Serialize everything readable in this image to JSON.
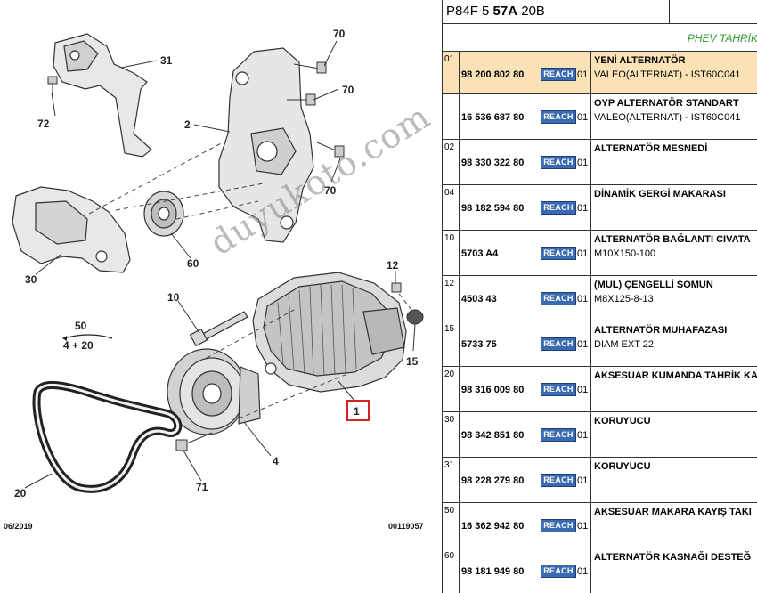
{
  "diagram": {
    "date_code": "06/2019",
    "ref_code": "00119057",
    "callouts": [
      "70",
      "31",
      "72",
      "2",
      "70",
      "70",
      "30",
      "60",
      "10",
      "12",
      "50",
      "4 + 20",
      "15",
      "1",
      "4",
      "71",
      "20"
    ],
    "watermark": "duyukoto.com"
  },
  "panel": {
    "header_prefix": "P84F 5",
    "header_bold": "57A",
    "header_suffix": "20B",
    "subheader": "PHEV TAHRİK",
    "reach_label": "REACH",
    "rows": [
      {
        "pos": "01",
        "ref": "98 200 802 80",
        "reach": true,
        "qty": "01",
        "name": "YENİ ALTERNATÖR",
        "desc": "VALEO(ALTERNAT) - IST60C041",
        "selected": true
      },
      {
        "pos": "",
        "ref": "16 536 687 80",
        "reach": true,
        "qty": "01",
        "name": "OYP ALTERNATÖR STANDART",
        "desc": "VALEO(ALTERNAT) - IST60C041",
        "selected": false
      },
      {
        "pos": "02",
        "ref": "98 330 322 80",
        "reach": true,
        "qty": "01",
        "name": "ALTERNATÖR MESNEDİ",
        "desc": "",
        "selected": false
      },
      {
        "pos": "04",
        "ref": "98 182 594 80",
        "reach": true,
        "qty": "01",
        "name": "DİNAMİK GERGİ MAKARASI",
        "desc": "",
        "selected": false
      },
      {
        "pos": "10",
        "ref": "5703 A4",
        "reach": true,
        "qty": "01",
        "name": "ALTERNATÖR BAĞLANTI CIVATA",
        "desc": "M10X150-100",
        "selected": false
      },
      {
        "pos": "12",
        "ref": "4503 43",
        "reach": true,
        "qty": "01",
        "name": "(MUL) ÇENGELLİ SOMUN",
        "desc": "M8X125-8-13",
        "selected": false
      },
      {
        "pos": "15",
        "ref": "5733 75",
        "reach": true,
        "qty": "01",
        "name": "ALTERNATÖR MUHAFAZASI",
        "desc": "DIAM EXT 22",
        "selected": false
      },
      {
        "pos": "20",
        "ref": "98 316 009 80",
        "reach": true,
        "qty": "01",
        "name": "AKSESUAR KUMANDA TAHRİK KA",
        "desc": "",
        "selected": false
      },
      {
        "pos": "30",
        "ref": "98 342 851 80",
        "reach": true,
        "qty": "01",
        "name": "KORUYUCU",
        "desc": "",
        "selected": false
      },
      {
        "pos": "31",
        "ref": "98 228 279 80",
        "reach": true,
        "qty": "01",
        "name": "KORUYUCU",
        "desc": "",
        "selected": false
      },
      {
        "pos": "50",
        "ref": "16 362 942 80",
        "reach": true,
        "qty": "01",
        "name": "AKSESUAR MAKARA KAYIŞ TAKI",
        "desc": "",
        "selected": false
      },
      {
        "pos": "60",
        "ref": "98 181 949 80",
        "reach": true,
        "qty": "01",
        "name": "ALTERNATÖR KASNAĞI DESTEĞ",
        "desc": "",
        "selected": false
      }
    ]
  }
}
